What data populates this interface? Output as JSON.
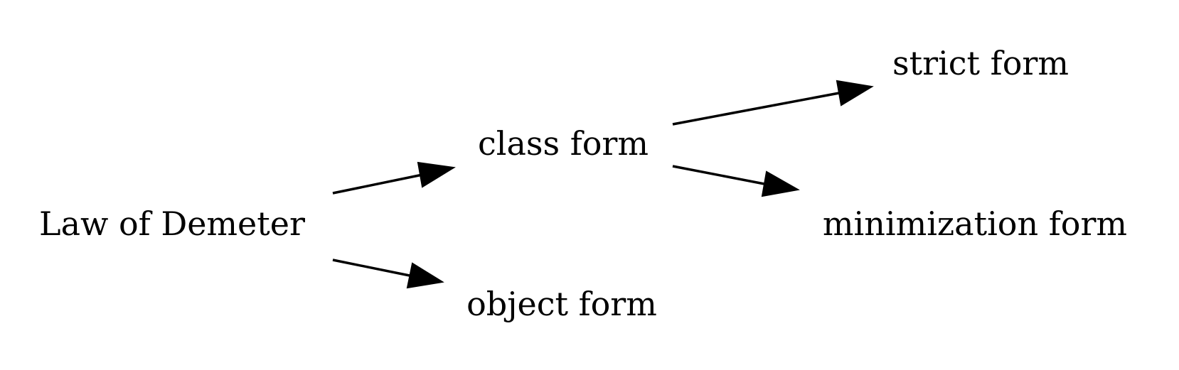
{
  "nodes": {
    "law_of_demeter": "Law of Demeter",
    "class_form": "class form",
    "object_form": "object form",
    "strict_form": "strict form",
    "minimization_form": "minimization form"
  },
  "edges": [
    {
      "from": "Law of Demeter",
      "to": "class form"
    },
    {
      "from": "Law of Demeter",
      "to": "object form"
    },
    {
      "from": "class form",
      "to": "strict form"
    },
    {
      "from": "class form",
      "to": "minimization form"
    }
  ],
  "colors": {
    "background": "#ffffff",
    "ink": "#000000"
  }
}
